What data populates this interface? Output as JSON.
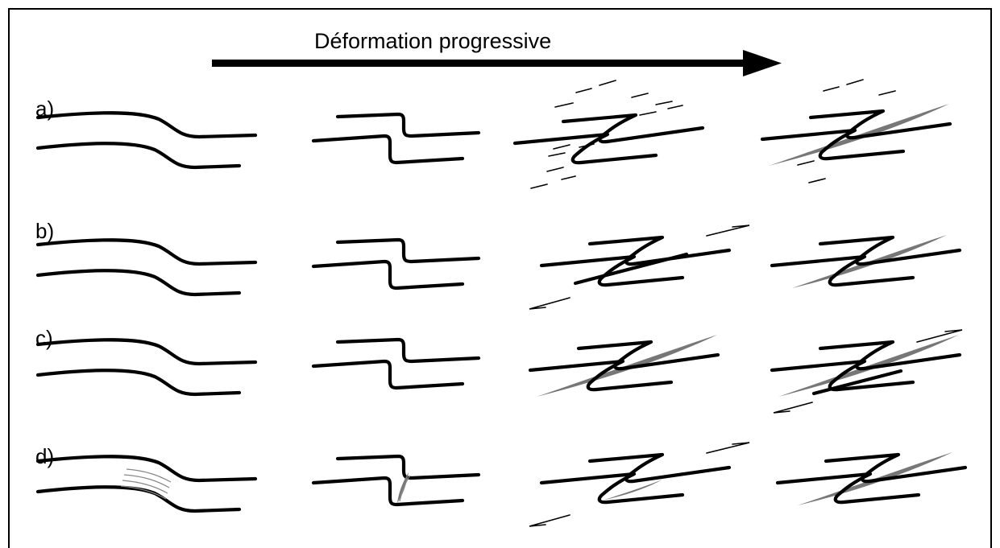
{
  "figure": {
    "title": "Déformation progressive",
    "rows": [
      {
        "id": "a",
        "label": "a)"
      },
      {
        "id": "b",
        "label": "b)"
      },
      {
        "id": "c",
        "label": "c)"
      },
      {
        "id": "d",
        "label": "d)"
      }
    ],
    "colors": {
      "line": "#000000",
      "shear_zone": "#777777",
      "foliation": "#888888",
      "background": "#ffffff"
    }
  }
}
